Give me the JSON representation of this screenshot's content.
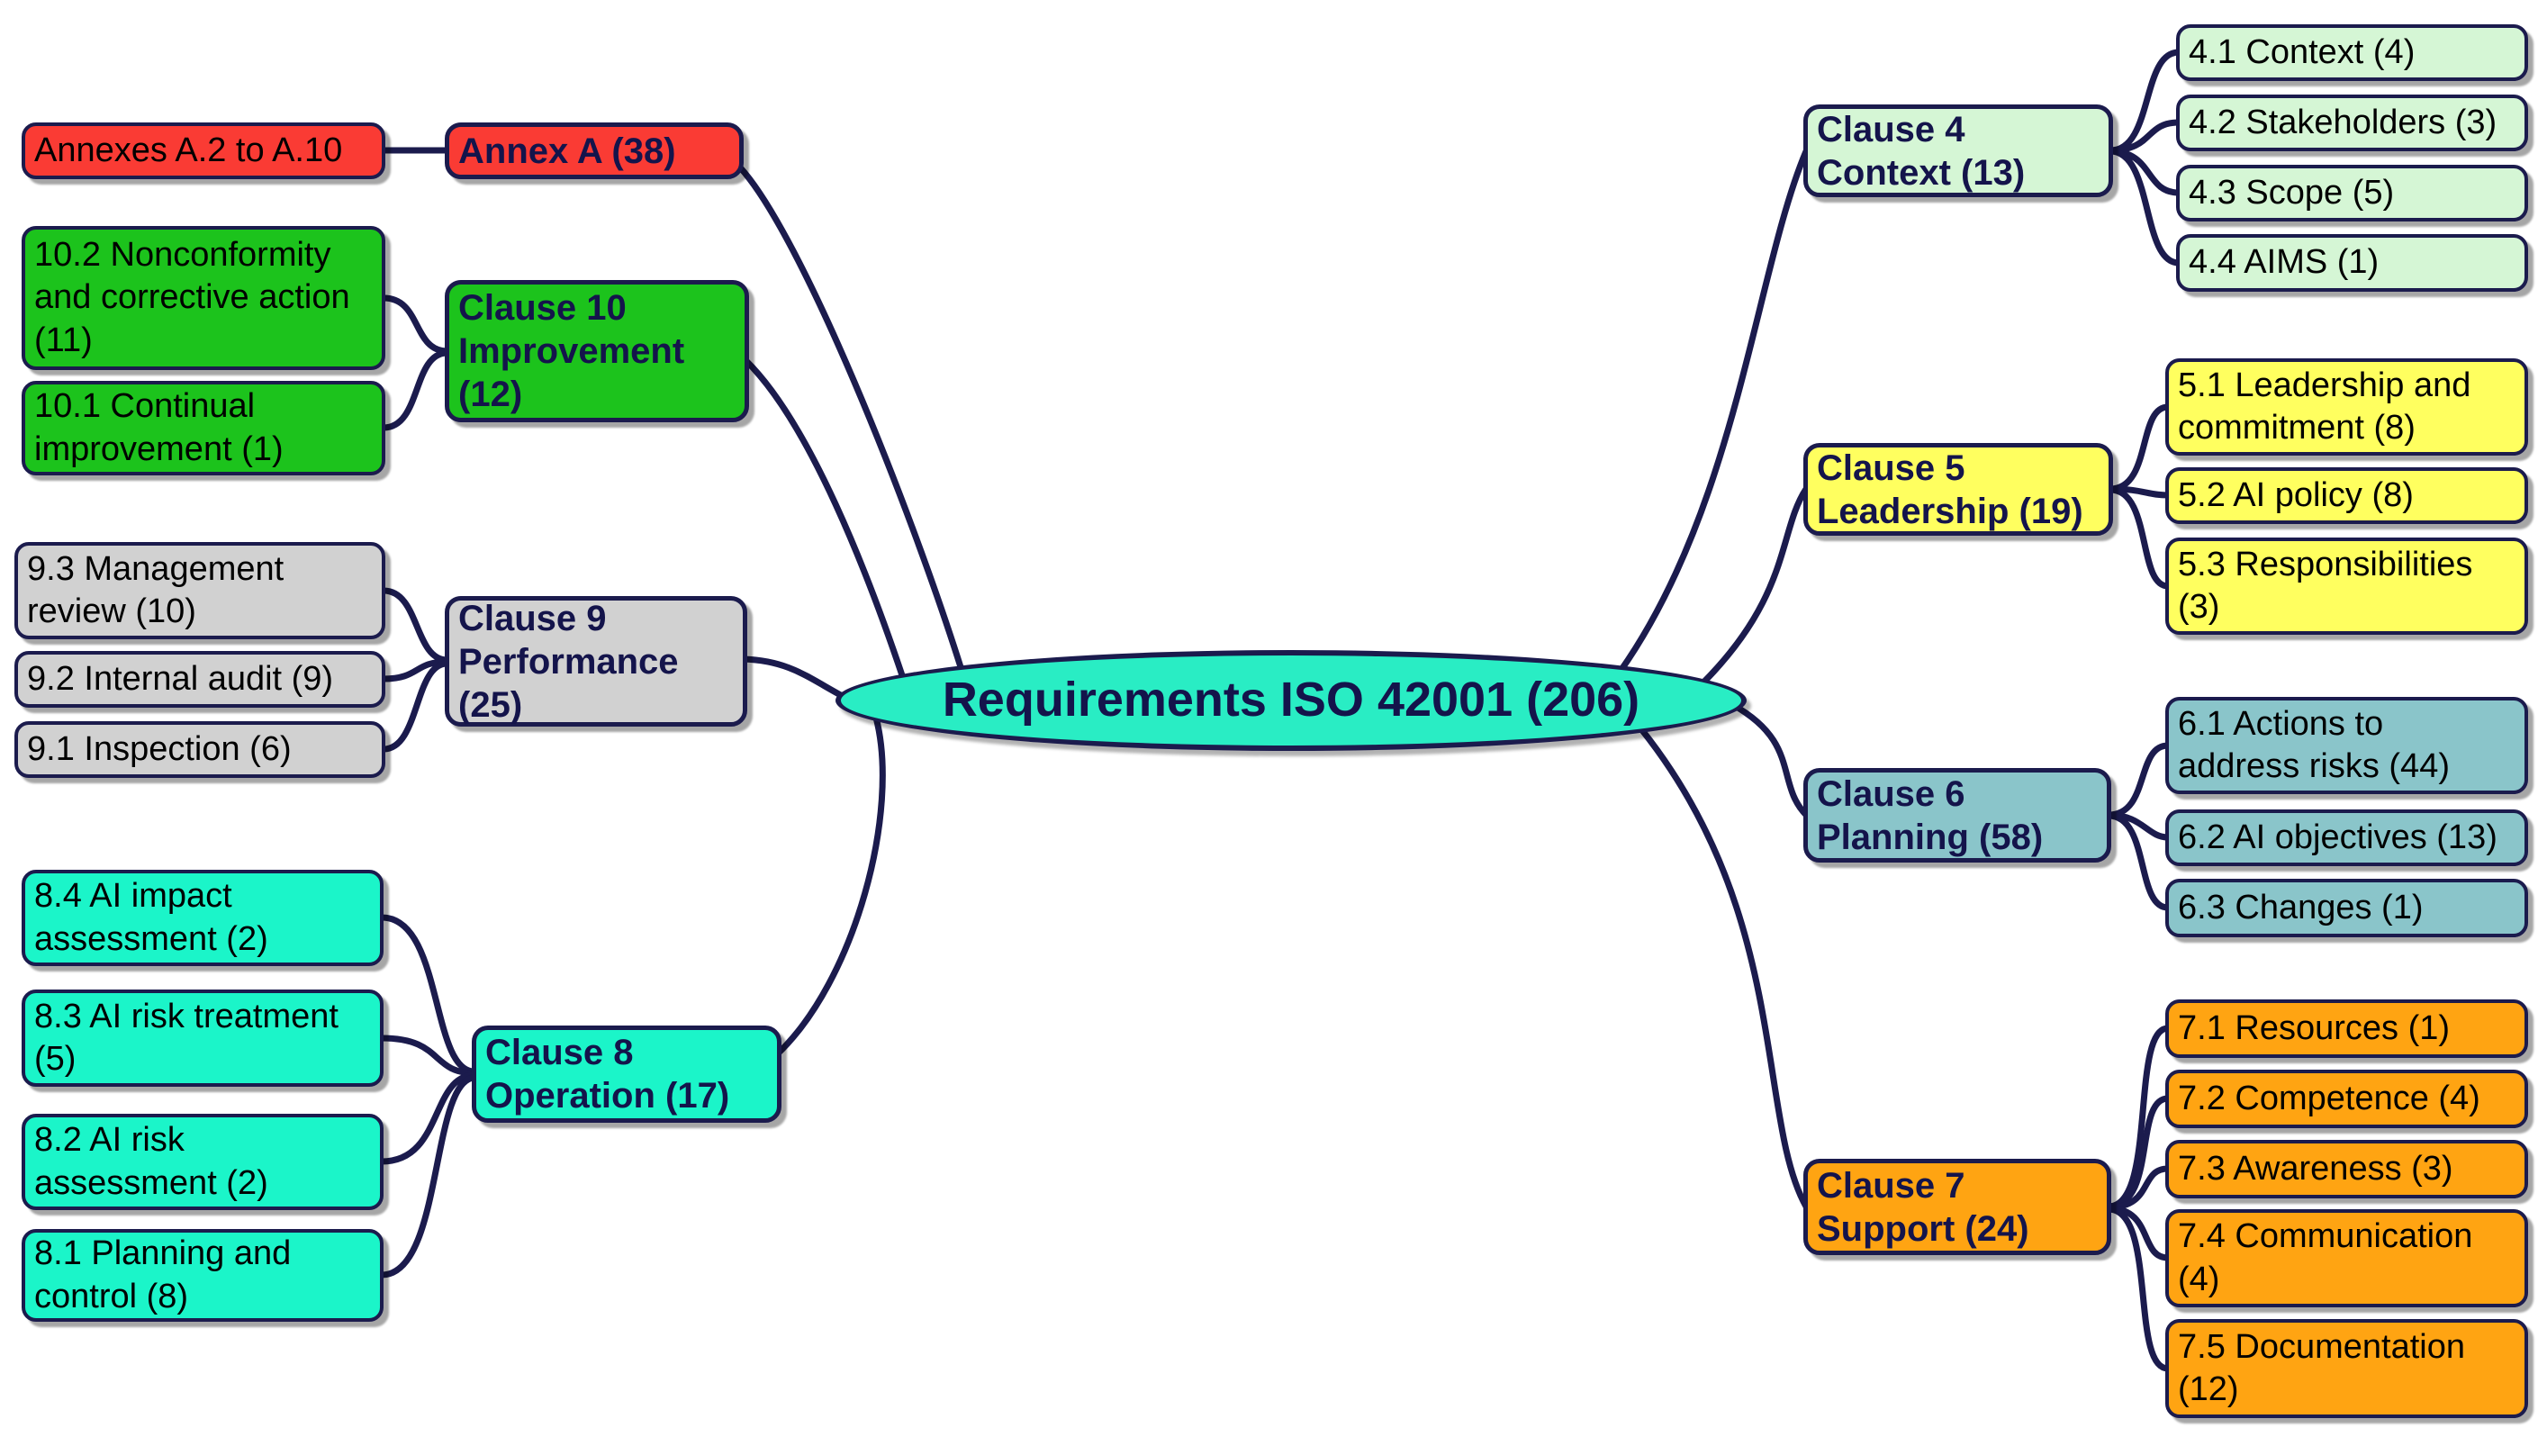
{
  "root": {
    "label": "Requirements ISO 42001 (206)"
  },
  "palette": {
    "edge_and_border": "#1b1b4d",
    "root_turquoise": "#29edc4",
    "annex_red": "#fa3b34",
    "clause10_green": "#1cc31c",
    "clause9_gray": "#d1d1d1",
    "clause8_spring": "#1bf5c9",
    "clause4_mint": "#d5f6d5",
    "clause5_yellow": "#ffff5f",
    "clause6_teal": "#8ac5ca",
    "clause7_orange": "#ffa412"
  },
  "branches": {
    "annex_a": {
      "label": "Annex A (38)",
      "color": "#fa3b34",
      "children": {
        "a2_to_a10": {
          "label": "Annexes A.2 to A.10"
        }
      }
    },
    "clause_10": {
      "label": "Clause 10\nImprovement\n(12)",
      "color": "#1cc31c",
      "children": {
        "s10_2": {
          "label": "10.2 Nonconformity\nand corrective action\n(11)"
        },
        "s10_1": {
          "label": "10.1 Continual\nimprovement (1)"
        }
      }
    },
    "clause_9": {
      "label": "Clause 9\nPerformance\n(25)",
      "color": "#d1d1d1",
      "children": {
        "s9_3": {
          "label": "9.3 Management\nreview (10)"
        },
        "s9_2": {
          "label": "9.2 Internal audit (9)"
        },
        "s9_1": {
          "label": "9.1 Inspection (6)"
        }
      }
    },
    "clause_8": {
      "label": "Clause 8\nOperation (17)",
      "color": "#1bf5c9",
      "children": {
        "s8_4": {
          "label": "8.4 AI impact\nassessment (2)"
        },
        "s8_3": {
          "label": "8.3 AI risk treatment\n(5)"
        },
        "s8_2": {
          "label": "8.2 AI risk\nassessment (2)"
        },
        "s8_1": {
          "label": "8.1 Planning and\ncontrol (8)"
        }
      }
    },
    "clause_4": {
      "label": "Clause 4\nContext (13)",
      "color": "#d5f6d5",
      "children": {
        "s4_1": {
          "label": "4.1 Context (4)"
        },
        "s4_2": {
          "label": "4.2 Stakeholders (3)"
        },
        "s4_3": {
          "label": "4.3 Scope (5)"
        },
        "s4_4": {
          "label": "4.4 AIMS (1)"
        }
      }
    },
    "clause_5": {
      "label": "Clause 5\nLeadership (19)",
      "color": "#ffff5f",
      "children": {
        "s5_1": {
          "label": "5.1 Leadership and\ncommitment (8)"
        },
        "s5_2": {
          "label": "5.2 AI policy (8)"
        },
        "s5_3": {
          "label": "5.3 Responsibilities\n(3)"
        }
      }
    },
    "clause_6": {
      "label": "Clause 6\nPlanning (58)",
      "color": "#8ac5ca",
      "children": {
        "s6_1": {
          "label": "6.1 Actions to\naddress risks (44)"
        },
        "s6_2": {
          "label": "6.2 AI objectives (13)"
        },
        "s6_3": {
          "label": "6.3 Changes (1)"
        }
      }
    },
    "clause_7": {
      "label": "Clause 7\nSupport (24)",
      "color": "#ffa412",
      "children": {
        "s7_1": {
          "label": "7.1 Resources (1)"
        },
        "s7_2": {
          "label": "7.2 Competence (4)"
        },
        "s7_3": {
          "label": "7.3 Awareness (3)"
        },
        "s7_4": {
          "label": "7.4 Communication\n(4)"
        },
        "s7_5": {
          "label": "7.5 Documentation\n(12)"
        }
      }
    }
  }
}
